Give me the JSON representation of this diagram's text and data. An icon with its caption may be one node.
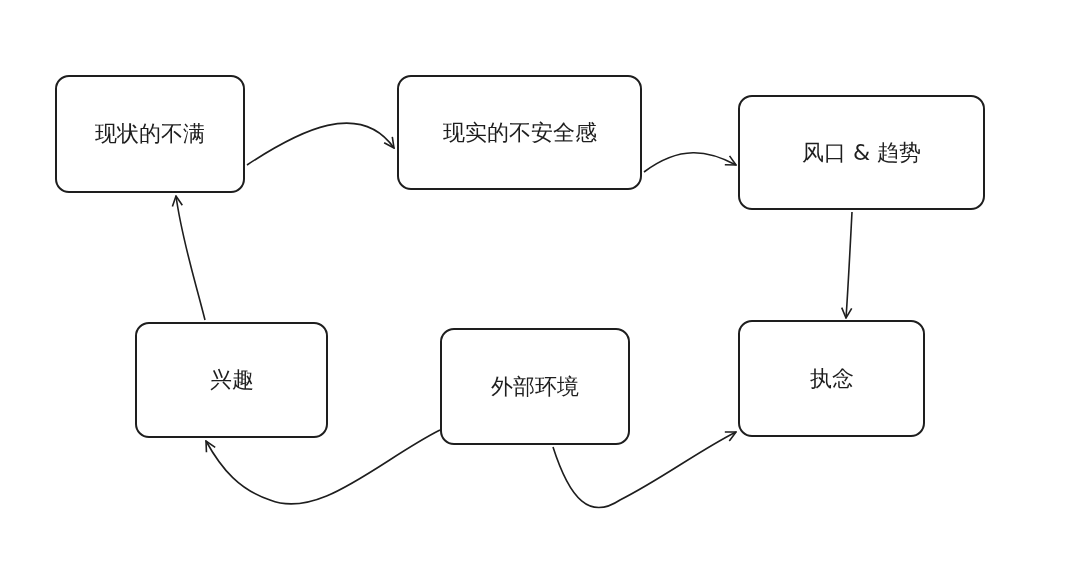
{
  "diagram": {
    "nodes": [
      {
        "text": [
          "现状的不满"
        ]
      },
      {
        "text": [
          "现实的不安全感"
        ]
      },
      {
        "text": [
          "风口 & 趋势"
        ]
      },
      {
        "text": [
          "兴趣"
        ]
      },
      {
        "text": [
          "外部环境"
        ]
      },
      {
        "text": [
          "执念"
        ]
      }
    ],
    "edges": [
      {
        "from": 0,
        "to": 1,
        "arrow": "to"
      },
      {
        "from": 1,
        "to": 2,
        "arrow": "to"
      },
      {
        "from": 2,
        "to": 5,
        "arrow": "to"
      },
      {
        "from": 3,
        "to": 0,
        "arrow": "to"
      },
      {
        "from": 4,
        "to": 3,
        "arrow": "to"
      },
      {
        "from": 4,
        "to": 5,
        "arrow": "to"
      }
    ]
  }
}
